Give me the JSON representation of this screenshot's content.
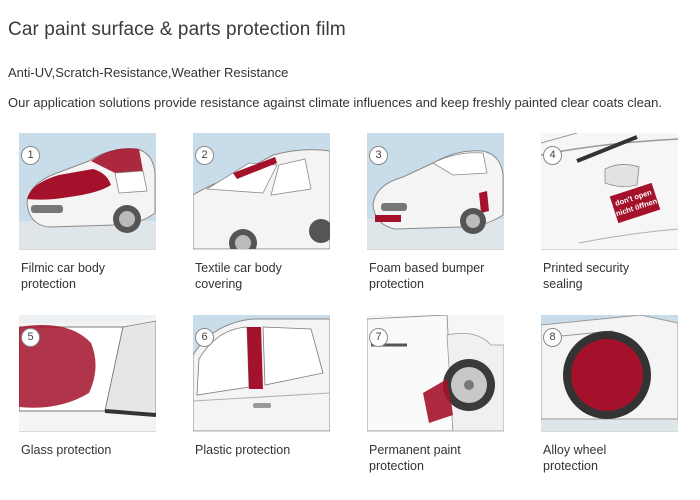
{
  "header": {
    "title": "Car paint surface & parts protection film",
    "subtitle": "Anti-UV,Scratch-Resistance,Weather Resistance",
    "description": "Our application solutions provide resistance against climate influences and keep freshly painted clear coats clean."
  },
  "colors": {
    "accent_red": "#a3122a",
    "sky_blue": "#c9dcea",
    "car_white": "#f4f4f4"
  },
  "items": [
    {
      "number": "1",
      "label": "Filmic car body protection",
      "label_lines": [
        "Filmic car body",
        "protection"
      ],
      "icon": "car-hood-icon"
    },
    {
      "number": "2",
      "label": "Textile car body covering",
      "label_lines": [
        "Textile car body",
        "covering"
      ],
      "icon": "car-roof-icon"
    },
    {
      "number": "3",
      "label": "Foam based bumper protection",
      "label_lines": [
        "Foam based bumper",
        "protection"
      ],
      "icon": "car-bumper-icon"
    },
    {
      "number": "4",
      "label": "Printed security sealing",
      "label_lines": [
        "Printed security",
        "sealing"
      ],
      "icon": "security-seal-icon",
      "seal_text": [
        "don't open",
        "nicht öffnen"
      ]
    },
    {
      "number": "5",
      "label": "Glass protection",
      "label_lines": [
        "Glass protection"
      ],
      "icon": "glass-icon"
    },
    {
      "number": "6",
      "label": "Plastic protection",
      "label_lines": [
        "Plastic protection"
      ],
      "icon": "pillar-icon"
    },
    {
      "number": "7",
      "label": "Permanent paint protection",
      "label_lines": [
        "Permanent paint",
        "protection"
      ],
      "icon": "wheel-arch-icon"
    },
    {
      "number": "8",
      "label": "Alloy wheel protection",
      "label_lines": [
        "Alloy wheel",
        "protection"
      ],
      "icon": "alloy-wheel-icon"
    }
  ]
}
